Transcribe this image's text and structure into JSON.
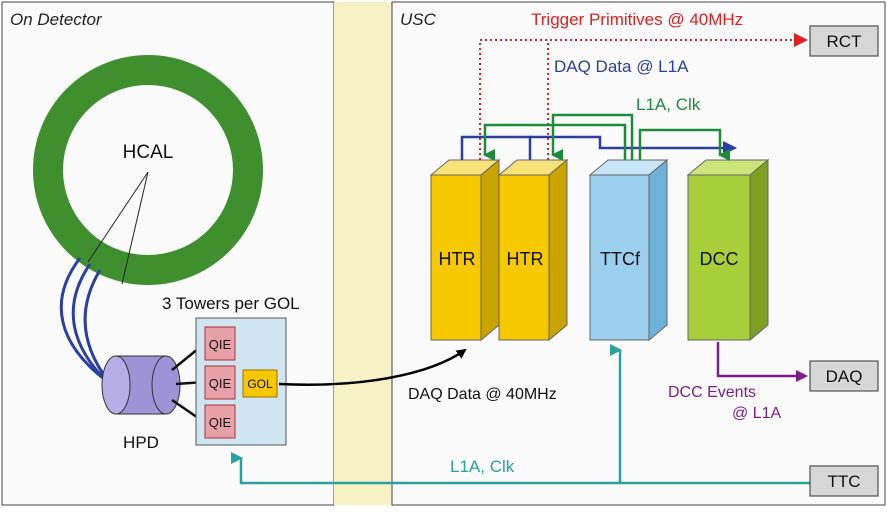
{
  "regions": {
    "on_detector": "On Detector",
    "usc": "USC"
  },
  "labels": {
    "hcal": "HCAL",
    "hpd": "HPD",
    "towers_per_gol": "3 Towers per GOL",
    "qie": "QIE",
    "gol": "GOL",
    "htr1": "HTR",
    "htr2": "HTR",
    "ttcf": "TTCf",
    "dcc": "DCC",
    "rct": "RCT",
    "daq": "DAQ",
    "ttc": "TTC"
  },
  "signals": {
    "trigger_primitives": "Trigger Primitives @ 40MHz",
    "daq_data_l1a": "DAQ Data @ L1A",
    "l1a_clk_top": "L1A, Clk",
    "daq_data_40mhz": "DAQ Data @ 40MHz",
    "dcc_events_1": "DCC Events",
    "dcc_events_2": "@ L1A",
    "l1a_clk_bottom": "L1A, Clk"
  },
  "colors": {
    "hcal_ring": "#3f8f2f",
    "hpd": "#9d93d6",
    "board": "#cfe6f2",
    "qie": "#e8a0a8",
    "gol": "#f5c800",
    "htr": "#f5c800",
    "ttcf": "#9ccfee",
    "dcc": "#a6cf3a",
    "separator": "#f7f2c6",
    "trigger": "#e02020",
    "daq_data": "#2a3fa0",
    "l1a_clk": "#1f8a3a",
    "dcc_events": "#7a1f8a",
    "ttc_line": "#2aa0a0"
  }
}
